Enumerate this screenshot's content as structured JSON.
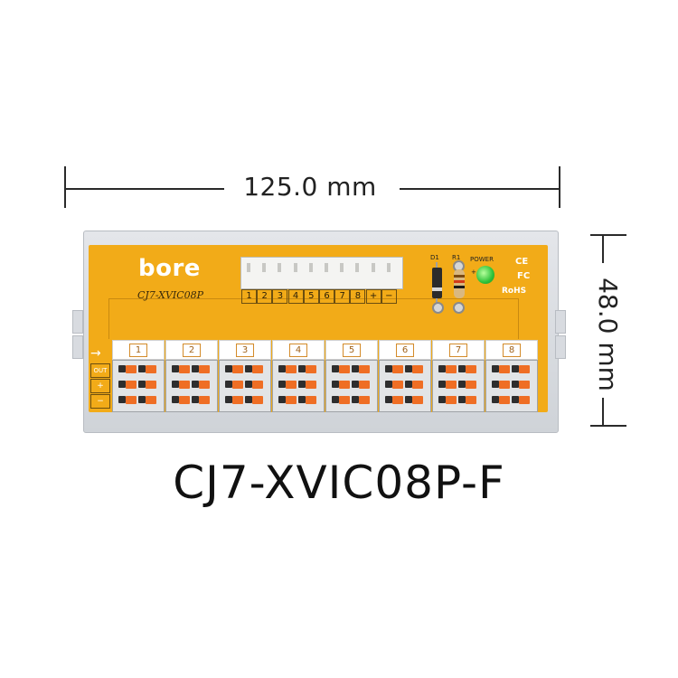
{
  "dimensions": {
    "width_label": "125.0 mm",
    "height_label": "48.0 mm"
  },
  "product": {
    "model_title": "CJ7-XVIC08P-F",
    "brand": "bore",
    "board_model": "CJ7-XVIC08P"
  },
  "header_pins": [
    "1",
    "2",
    "3",
    "4",
    "5",
    "6",
    "7",
    "8",
    "+",
    "−"
  ],
  "channels": [
    "1",
    "2",
    "3",
    "4",
    "5",
    "6",
    "7",
    "8"
  ],
  "side_labels": {
    "out": "OUT",
    "plus": "+",
    "minus": "−"
  },
  "components": {
    "diode": "D1",
    "resistor": "R1",
    "power": "POWER",
    "led_polarity": "+",
    "ce": "CE",
    "fc": "FC",
    "rohs": "RoHS"
  },
  "colors": {
    "board": "#f2ab18",
    "lever": "#ef6e24",
    "led": "#2fc23a",
    "rail": "#d8dbe0"
  }
}
